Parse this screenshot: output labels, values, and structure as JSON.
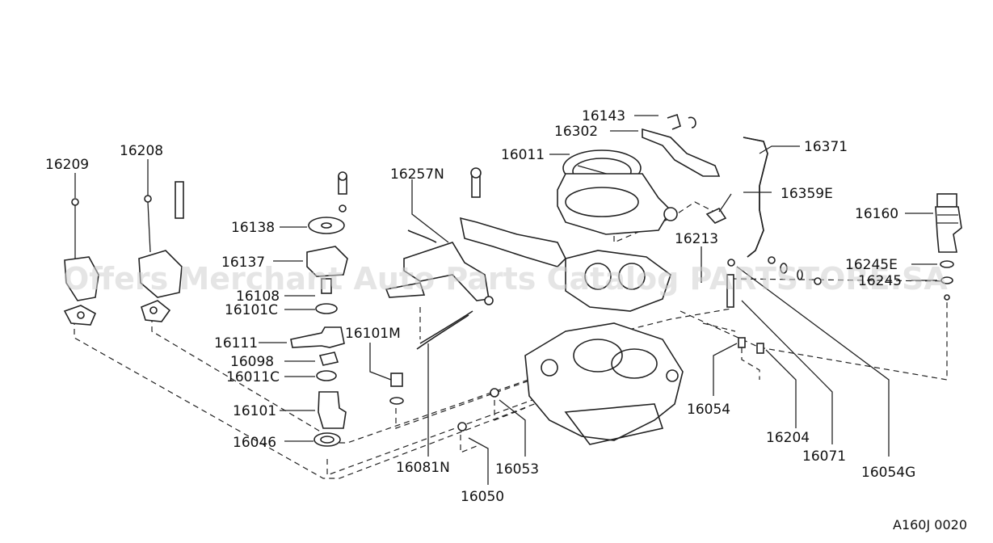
{
  "diagram_code": "A160J 0020",
  "watermark": "Offers Merchant Auto Parts Catalog PARTSTORE.SA",
  "parts": {
    "p16209": "16209",
    "p16208": "16208",
    "p16138": "16138",
    "p16137": "16137",
    "p16108": "16108",
    "p16101C": "16101C",
    "p16111": "16111",
    "p16101M": "16101M",
    "p16098": "16098",
    "p16011C": "16011C",
    "p16101": "16101",
    "p16046": "16046",
    "p16081N": "16081N",
    "p16050": "16050",
    "p16053": "16053",
    "p16257N": "16257N",
    "p16143": "16143",
    "p16302": "16302",
    "p16011": "16011",
    "p16371": "16371",
    "p16359E": "16359E",
    "p16213": "16213",
    "p16160": "16160",
    "p16245E": "16245E",
    "p16245": "16245",
    "p16054": "16054",
    "p16204": "16204",
    "p16071": "16071",
    "p16054G": "16054G"
  }
}
